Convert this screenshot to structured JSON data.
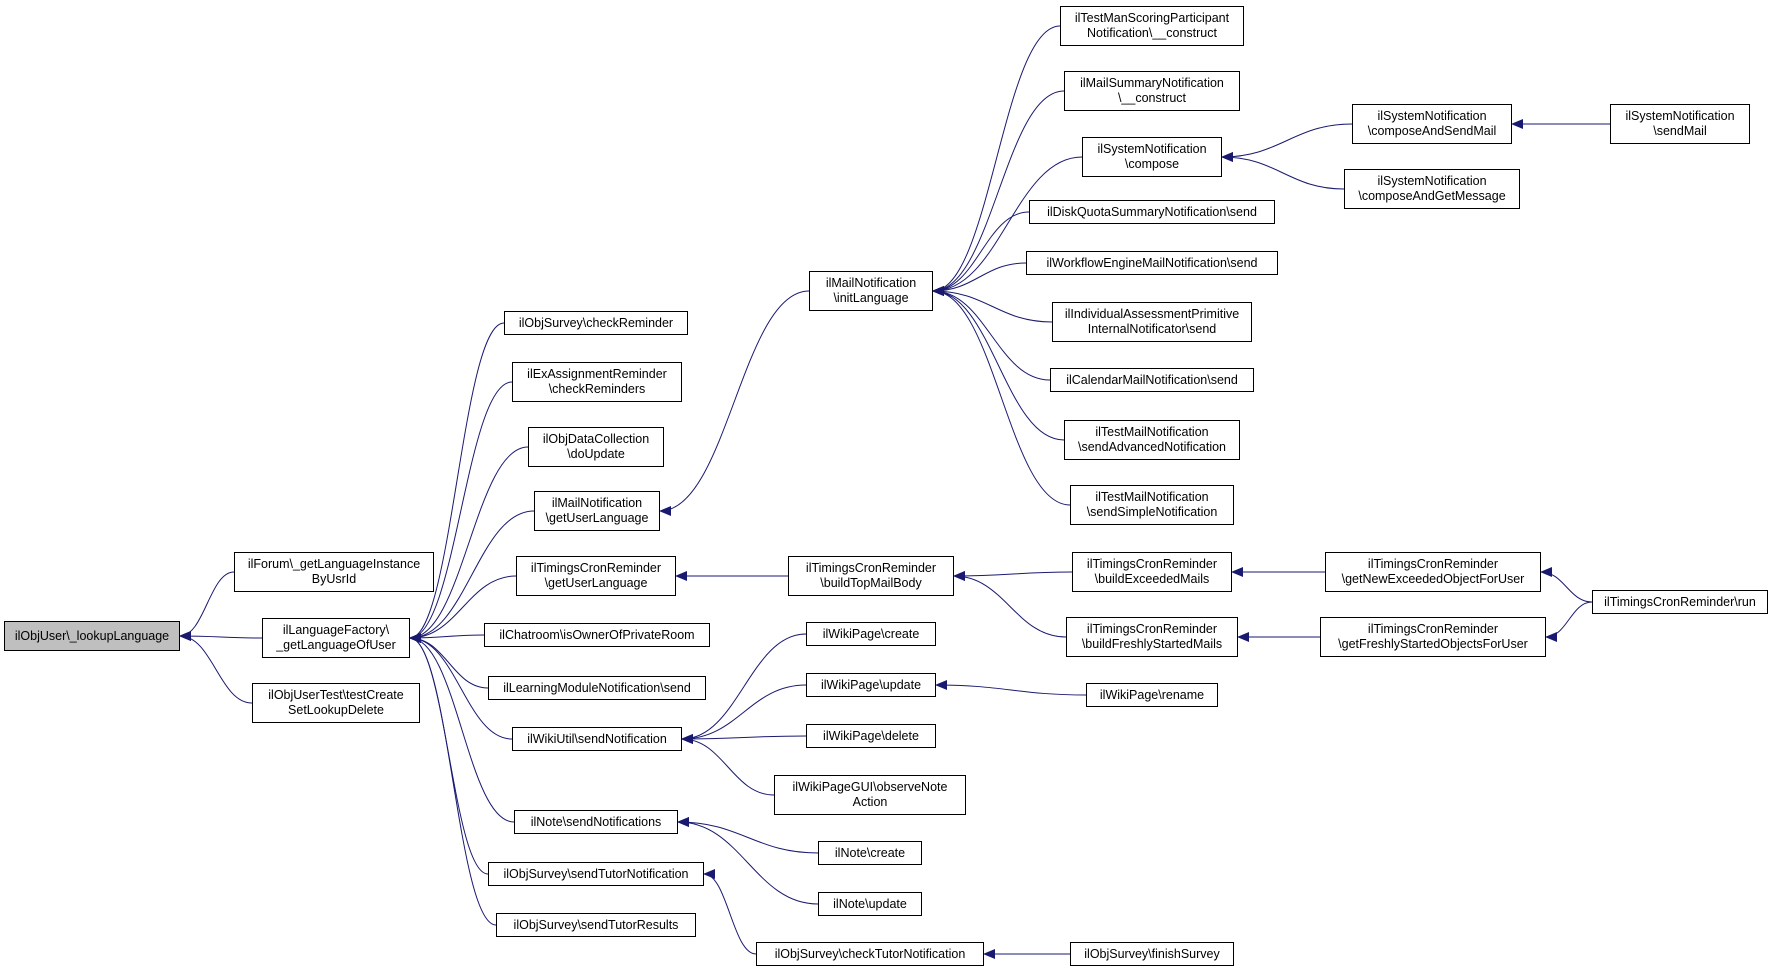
{
  "nodes": {
    "root": "ilObjUser\\_lookupLanguage",
    "forum": "ilForum\\_getLanguageInstance\nByUsrId",
    "langf": "ilLanguageFactory\\\n_getLanguageOfUser",
    "oubt": "ilObjUserTest\\testCreate\nSetLookupDelete",
    "oscr": "ilObjSurvey\\checkReminder",
    "exa": "ilExAssignmentReminder\n\\checkReminders",
    "odc": "ilObjDataCollection\n\\doUpdate",
    "mngul": "ilMailNotification\n\\getUserLanguage",
    "tcrul": "ilTimingsCronReminder\n\\getUserLanguage",
    "chat": "ilChatroom\\isOwnerOfPrivateRoom",
    "lmn": "ilLearningModuleNotification\\send",
    "wusn": "ilWikiUtil\\sendNotification",
    "nsn": "ilNote\\sendNotifications",
    "ostn": "ilObjSurvey\\sendTutorNotification",
    "ostr": "ilObjSurvey\\sendTutorResults",
    "mnil": "ilMailNotification\n\\initLanguage",
    "tcrbtmb": "ilTimingsCronReminder\n\\buildTopMailBody",
    "wpc": "ilWikiPage\\create",
    "wpu": "ilWikiPage\\update",
    "wpd": "ilWikiPage\\delete",
    "wpgui": "ilWikiPageGUI\\observeNote\nAction",
    "nc": "ilNote\\create",
    "nu": "ilNote\\update",
    "osctn": "ilObjSurvey\\checkTutorNotification",
    "tmspn": "ilTestManScoringParticipant\nNotification\\__construct",
    "msn": "ilMailSummaryNotification\n\\__construct",
    "sysc": "ilSystemNotification\n\\compose",
    "dqsn": "ilDiskQuotaSummaryNotification\\send",
    "wemn": "ilWorkflowEngineMailNotification\\send",
    "iapin": "ilIndividualAssessmentPrimitive\nInternalNotificator\\send",
    "cmn": "ilCalendarMailNotification\\send",
    "tmnsa": "ilTestMailNotification\n\\sendAdvancedNotification",
    "tmnss": "ilTestMailNotification\n\\sendSimpleNotification",
    "tcrbem": "ilTimingsCronReminder\n\\buildExceededMails",
    "tcrbfsm": "ilTimingsCronReminder\n\\buildFreshlyStartedMails",
    "wpr": "ilWikiPage\\rename",
    "osfs": "ilObjSurvey\\finishSurvey",
    "syscasm": "ilSystemNotification\n\\composeAndSendMail",
    "syscagm": "ilSystemNotification\n\\composeAndGetMessage",
    "tcrgne": "ilTimingsCronReminder\n\\getNewExceededObjectForUser",
    "tcrgfs": "ilTimingsCronReminder\n\\getFreshlyStartedObjectsForUser",
    "syssm": "ilSystemNotification\n\\sendMail",
    "tcrrun": "ilTimingsCronReminder\\run"
  },
  "colors": {
    "edge": "#191970",
    "root_fill": "#bfbfbf",
    "node_border": "#000000"
  }
}
